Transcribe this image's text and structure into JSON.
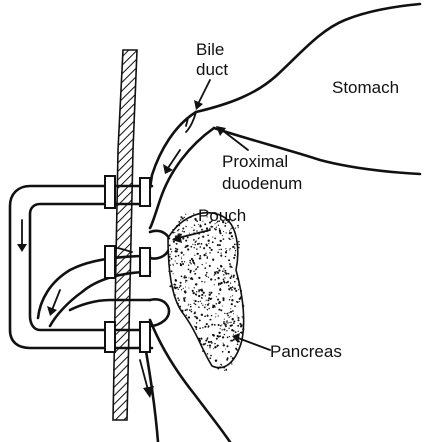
{
  "labels": {
    "bile_duct_line1": "Bile",
    "bile_duct_line2": "duct",
    "stomach": "Stomach",
    "proximal_line1": "Proximal",
    "proximal_line2": "duodenum",
    "pouch": "Pouch",
    "pancreas": "Pancreas"
  },
  "colors": {
    "ink": "#111111",
    "background": "#ffffff"
  }
}
